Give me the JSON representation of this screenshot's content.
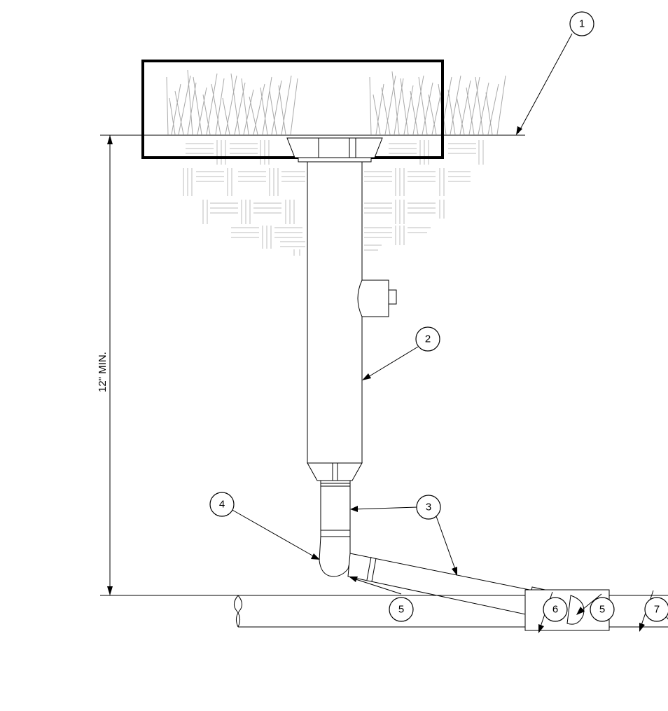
{
  "dimension": {
    "label": "12\" MIN."
  },
  "callouts": [
    "1",
    "2",
    "3",
    "4",
    "5",
    "5",
    "6",
    "7"
  ],
  "colors": {
    "line": "#000000",
    "grass": "#a9a9a9",
    "soil": "#bdbdbd",
    "background": "#ffffff"
  }
}
